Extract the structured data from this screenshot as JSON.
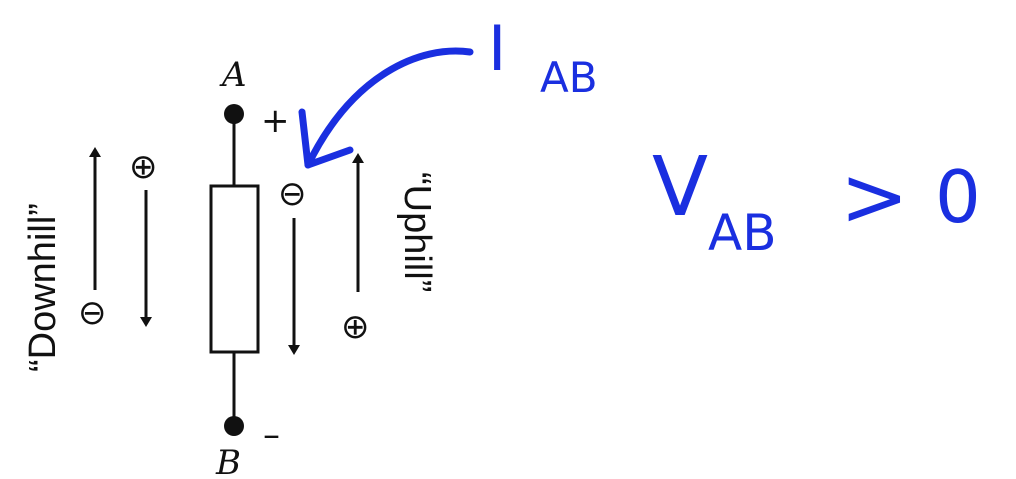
{
  "nodes": {
    "top": "A",
    "bottom": "B"
  },
  "terminal_signs": {
    "top": "+",
    "bottom": "–"
  },
  "side_labels": {
    "left": "“Downhill”",
    "right": "“Uphill”"
  },
  "charge_symbols": {
    "plus": "⊕",
    "minus": "⊖"
  },
  "annotations": {
    "current": {
      "symbol": "I",
      "subscript": "AB"
    },
    "voltage": {
      "symbol": "V",
      "subscript": "AB",
      "relation": ">",
      "value": "0"
    },
    "ink_color": "#1a2fe0"
  }
}
